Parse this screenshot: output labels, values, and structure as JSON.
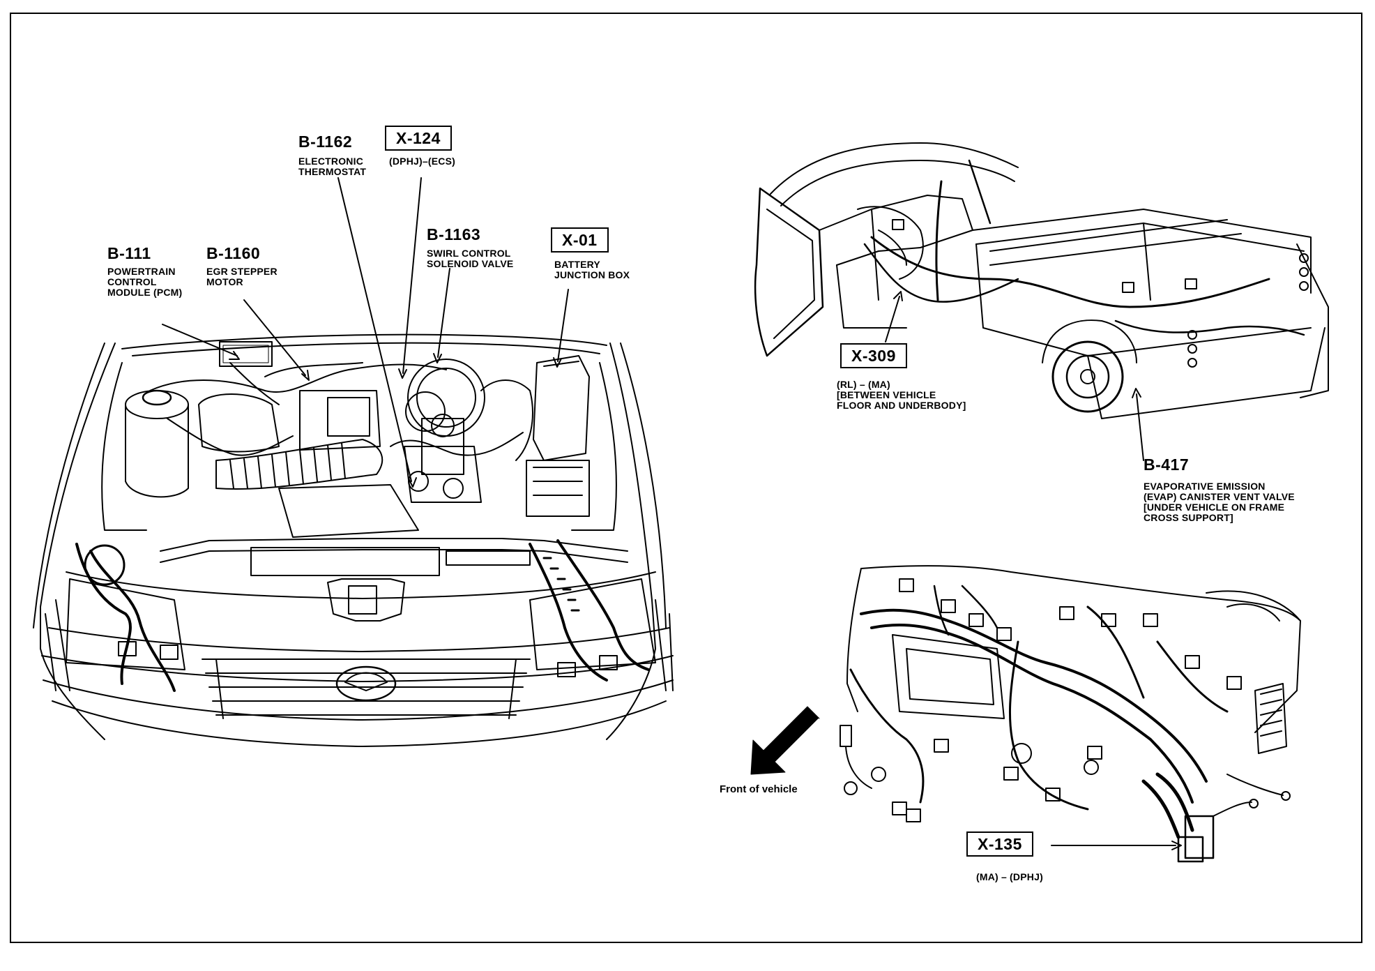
{
  "labels": {
    "b111": {
      "code": "B-111",
      "desc": "POWERTRAIN\nCONTROL\nMODULE (PCM)"
    },
    "b1160": {
      "code": "B-1160",
      "desc": "EGR STEPPER\nMOTOR"
    },
    "b1162": {
      "code": "B-1162",
      "desc": "ELECTRONIC\nTHERMOSTAT"
    },
    "x124": {
      "code": "X-124",
      "desc": "(DPHJ)–(ECS)"
    },
    "b1163": {
      "code": "B-1163",
      "desc": "SWIRL CONTROL\nSOLENOID VALVE"
    },
    "x01": {
      "code": "X-01",
      "desc": "BATTERY\nJUNCTION BOX"
    },
    "x309": {
      "code": "X-309",
      "desc": "(RL) – (MA)\n[BETWEEN VEHICLE\nFLOOR AND UNDERBODY]"
    },
    "b417": {
      "code": "B-417",
      "desc": "EVAPORATIVE EMISSION\n(EVAP) CANISTER VENT VALVE\n[UNDER VEHICLE ON FRAME\nCROSS SUPPORT]"
    },
    "x135": {
      "code": "X-135",
      "desc": "(MA) – (DPHJ)"
    }
  },
  "direction_label": "Front of vehicle"
}
